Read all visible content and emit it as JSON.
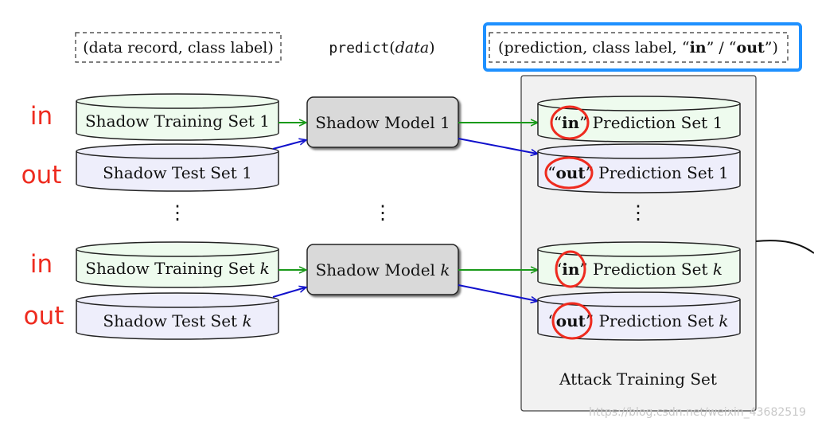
{
  "legend": {
    "input_record": "(data record, class label)",
    "predict_fn": "predict",
    "predict_arg": "data",
    "output_record_start": "(prediction, class label, “",
    "output_in": "in",
    "output_sep": "” / “",
    "output_out": "out",
    "output_end": "”)"
  },
  "side_labels": {
    "in_1": "in",
    "out_1": "out",
    "in_k": "in",
    "out_k": "out"
  },
  "shadow_sets": {
    "train_1_text": "Shadow Training Set 1",
    "test_1_text": "Shadow Test Set 1",
    "train_k_prefix": "Shadow Training Set ",
    "train_k_var": "k",
    "test_k_prefix": "Shadow Test Set ",
    "test_k_var": "k"
  },
  "models": {
    "model_1_text": "Shadow Model 1",
    "model_k_prefix": "Shadow Model ",
    "model_k_var": "k"
  },
  "predictions": {
    "quote_open": "“",
    "quote_close": "”",
    "in_word": "in",
    "out_word": "out",
    "pred_1_tail": " Prediction Set 1",
    "pred_k_tail": " Prediction Set ",
    "pred_k_var": "k"
  },
  "attack_training_set": "Attack Training Set",
  "ellipsis": "⋮",
  "watermark": "https://blog.csdn.net/weixin_43682519",
  "colors": {
    "train_fill": "#eefbee",
    "test_fill": "#eeeefb",
    "model_fill": "#d9d9d9",
    "attack_panel_fill": "#f1f1f1",
    "green_arrow": "#1a9a1a",
    "blue_arrow": "#1010cc",
    "highlight_red": "#ee2b1f",
    "highlight_box_blue": "#1e90ff"
  }
}
